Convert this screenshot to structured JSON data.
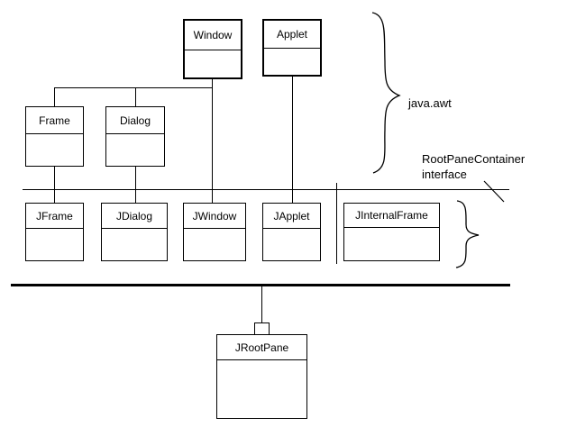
{
  "diagram": {
    "classes": {
      "window": "Window",
      "applet": "Applet",
      "frame": "Frame",
      "dialog": "Dialog",
      "jframe": "JFrame",
      "jdialog": "JDialog",
      "jwindow": "JWindow",
      "japplet": "JApplet",
      "jinternalframe": "JInternalFrame",
      "jrootpane": "JRootPane"
    },
    "annotations": {
      "package_label": "java.awt",
      "interface_label_line1": "RootPaneContainer",
      "interface_label_line2": "interface"
    },
    "colors": {
      "line": "#000000",
      "background": "#ffffff"
    }
  }
}
